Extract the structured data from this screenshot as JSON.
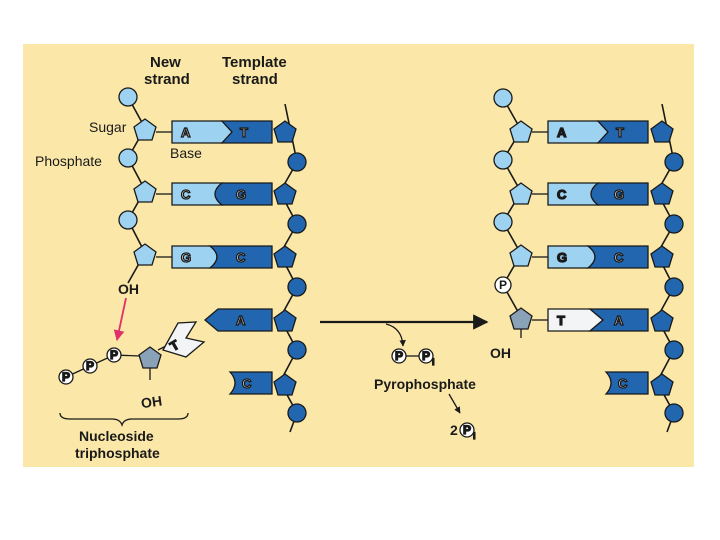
{
  "labels": {
    "new_strand": [
      "New",
      "strand"
    ],
    "template_strand": [
      "Template",
      "strand"
    ],
    "sugar": "Sugar",
    "phosphate": "Phosphate",
    "base": "Base",
    "oh_left": "OH",
    "oh_nucleotide": "OH",
    "oh_right": "OH",
    "nucleoside": [
      "Nucleoside",
      "triphosphate"
    ],
    "pyrophosphate": "Pyrophosphate",
    "two": "2",
    "p": "P",
    "pi_sub": "i"
  },
  "left_pairs": [
    {
      "new": "A",
      "template": "T"
    },
    {
      "new": "C",
      "template": "G"
    },
    {
      "new": "G",
      "template": "C"
    },
    {
      "new": "",
      "template": "A"
    },
    {
      "new": "",
      "template": "C"
    }
  ],
  "incoming_base": "T",
  "right_pairs": [
    {
      "new": "A",
      "template": "T"
    },
    {
      "new": "C",
      "template": "G"
    },
    {
      "new": "G",
      "template": "C"
    },
    {
      "new": "T",
      "template": "A"
    },
    {
      "new": "",
      "template": "C"
    }
  ],
  "colors": {
    "background": "#fbe8a8",
    "light_blue": "#9dd2f0",
    "dark_blue": "#2266b0",
    "pale": "#f2f4f6",
    "gray_sugar": "#8aa2b8",
    "arrow_magenta": "#e0306a"
  }
}
